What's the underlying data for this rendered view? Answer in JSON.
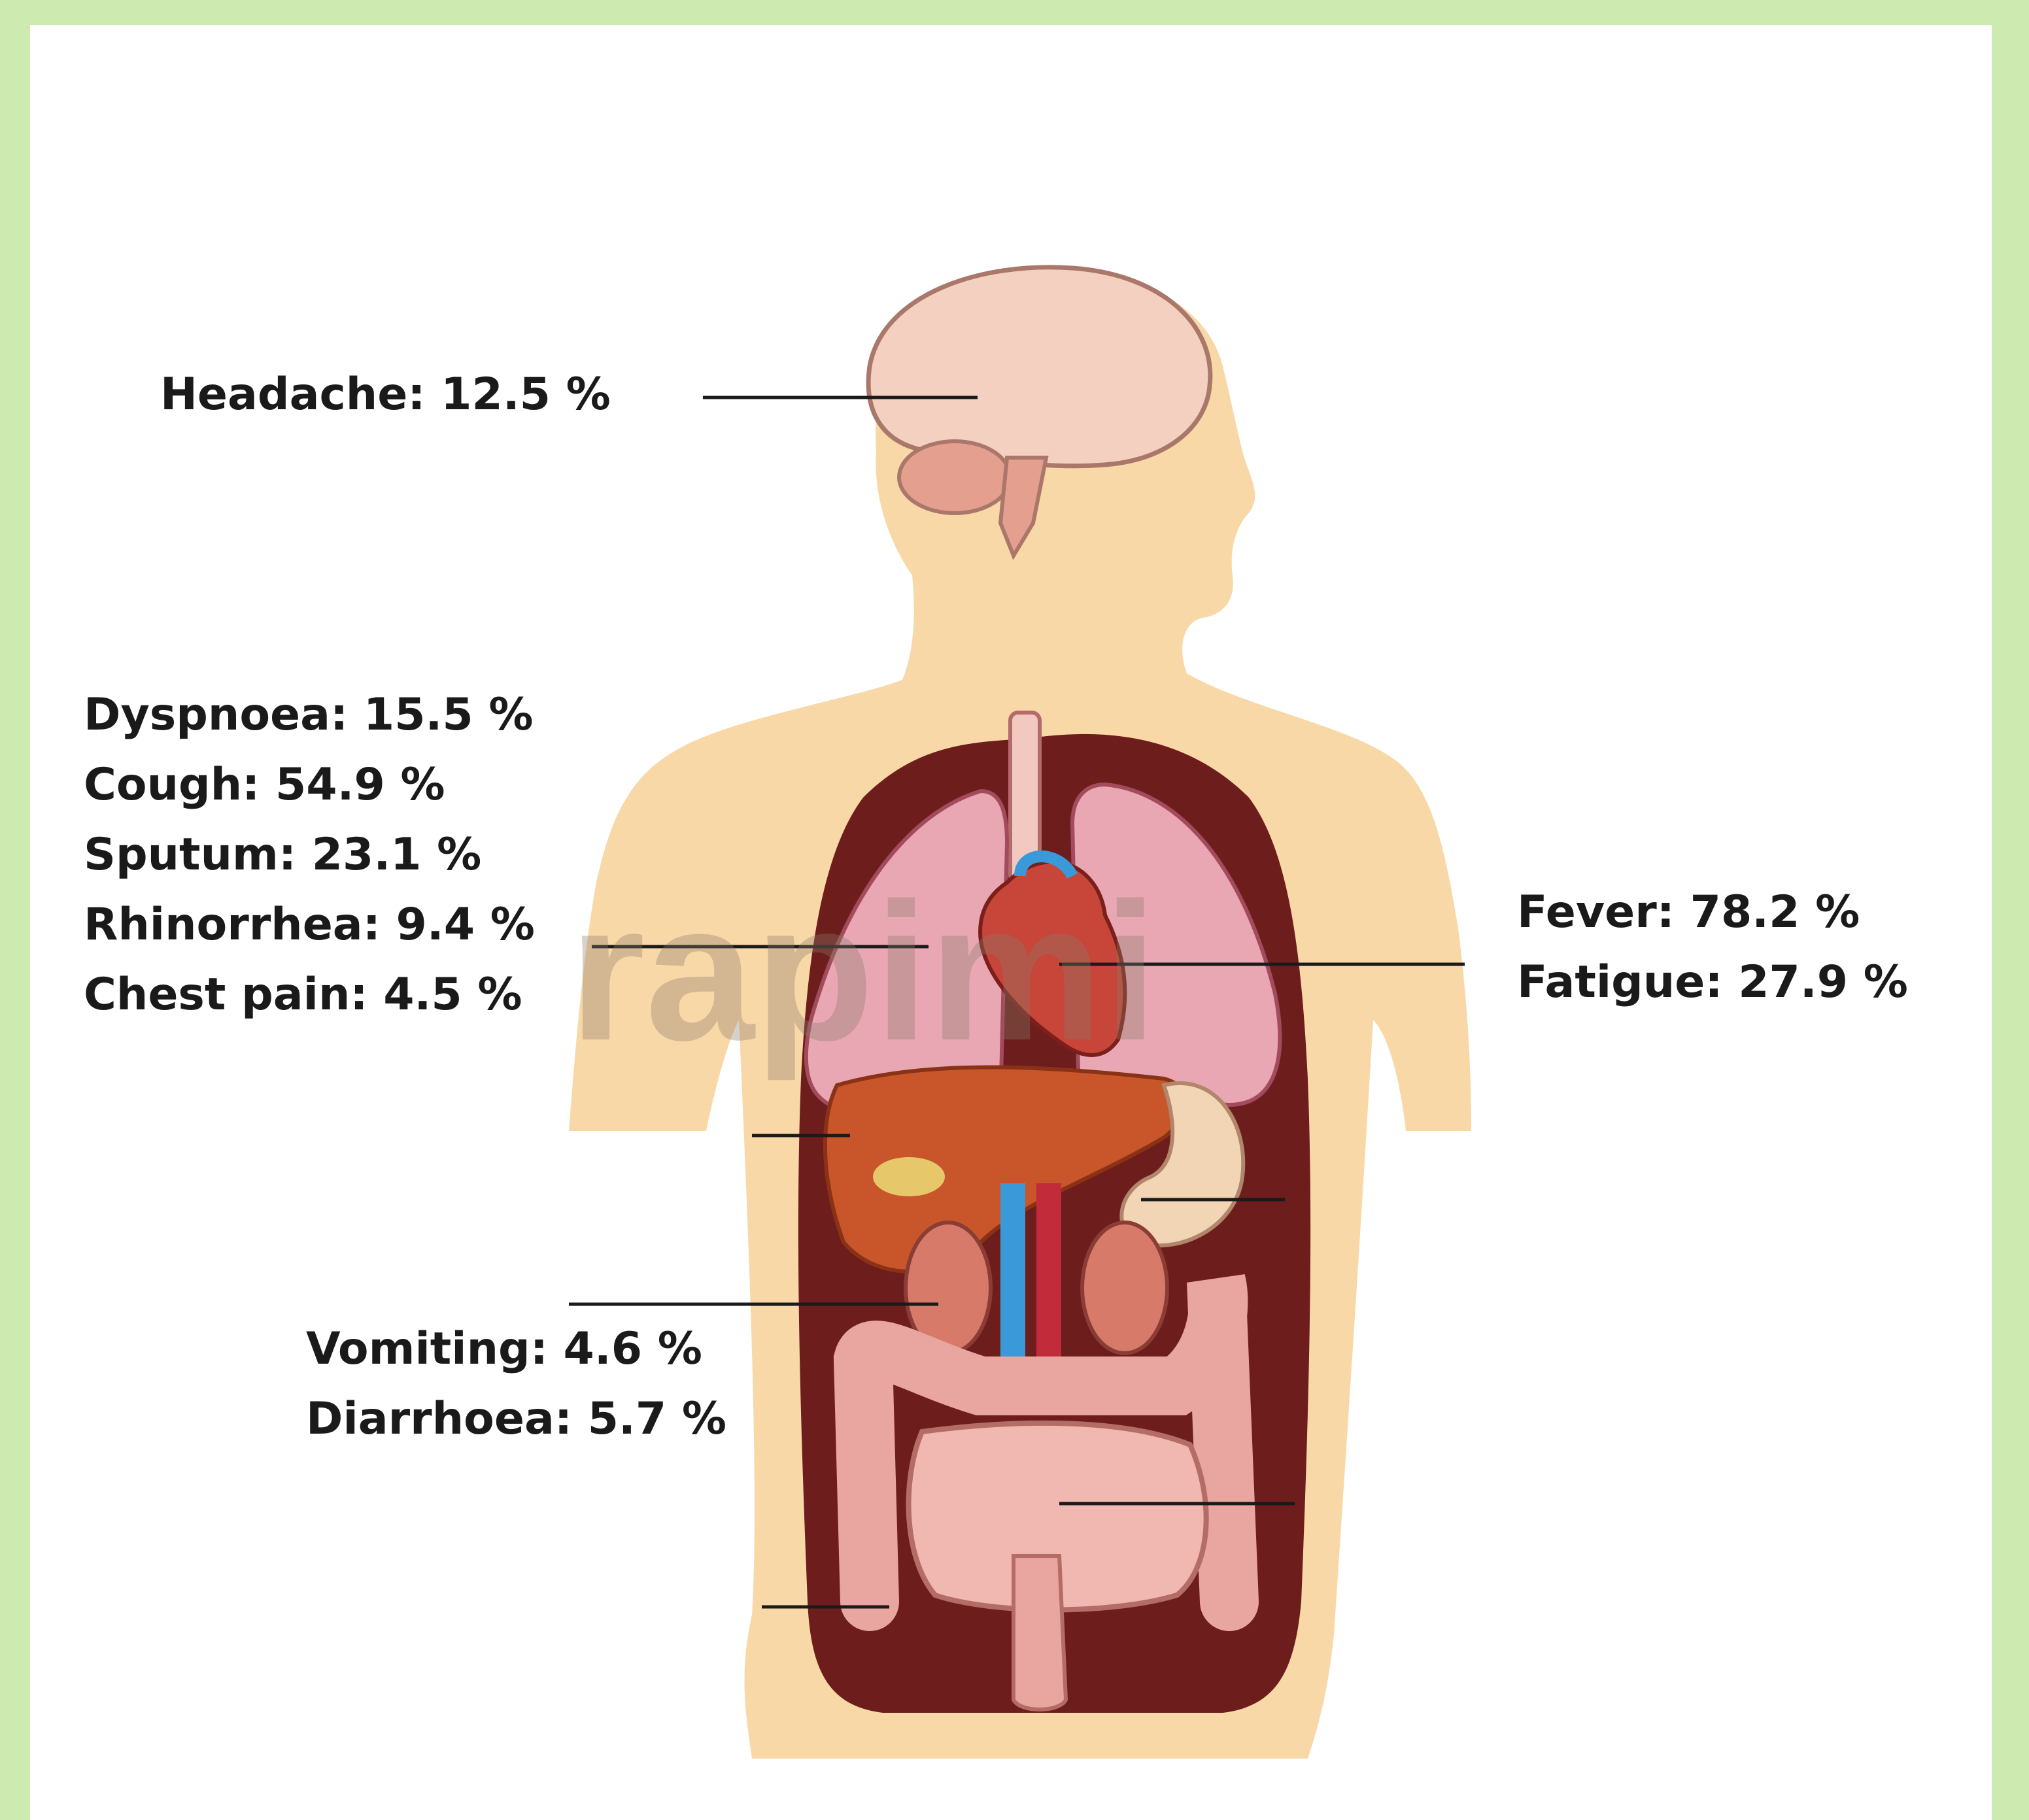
{
  "symptoms": {
    "headache": "Headache: 12.5 %",
    "dyspnoea": "Dyspnoea: 15.5 %",
    "cough": "Cough: 54.9 %",
    "sputum": "Sputum: 23.1 %",
    "rhinorrhea": "Rhinorrhea: 9.4 %",
    "chest_pain": "Chest pain: 4.5 %",
    "fever": "Fever: 78.2 %",
    "fatigue": "Fatigue: 27.9 %",
    "vomiting": "Vomiting: 4.6 %",
    "diarrhoea": "Diarrhoea: 5.7 %"
  },
  "colors": {
    "border": "#cdebb0",
    "skin": "#f9d8a8",
    "cavity": "#6e1d1d",
    "lung": "#e8a7b3",
    "heart": "#c8453a",
    "liver": "#c9552a",
    "stomach": "#f2d5b5",
    "kidney": "#d77a6a",
    "vein": "#3a9ad9",
    "artery": "#c22b3a",
    "intestine": "#e9a6a0",
    "brain": "#f4d0c0",
    "leader_line": "#1a1a1a"
  },
  "watermark": "rapimi"
}
